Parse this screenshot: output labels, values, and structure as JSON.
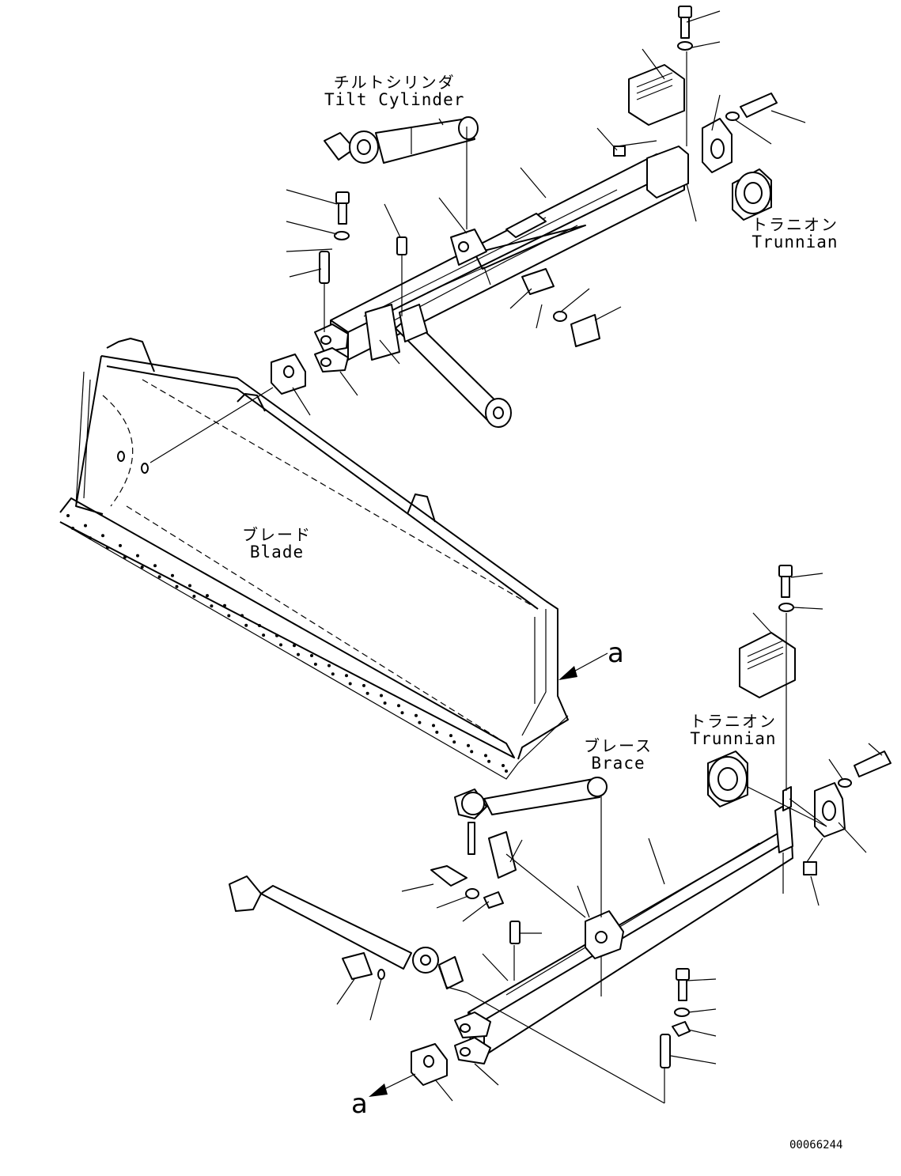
{
  "labels": {
    "tilt_cylinder": {
      "jp": "チルトシリンダ",
      "en": "Tilt Cylinder"
    },
    "trunnion_top": {
      "jp": "トラニオン",
      "en": "Trunnian"
    },
    "trunnion_bottom": {
      "jp": "トラニオン",
      "en": "Trunnian"
    },
    "blade": {
      "jp": "ブレード",
      "en": "Blade"
    },
    "brace": {
      "jp": "ブレース",
      "en": "Brace"
    }
  },
  "view_marker": {
    "upper": "a",
    "lower": "a"
  },
  "drawing_number": "00066244"
}
